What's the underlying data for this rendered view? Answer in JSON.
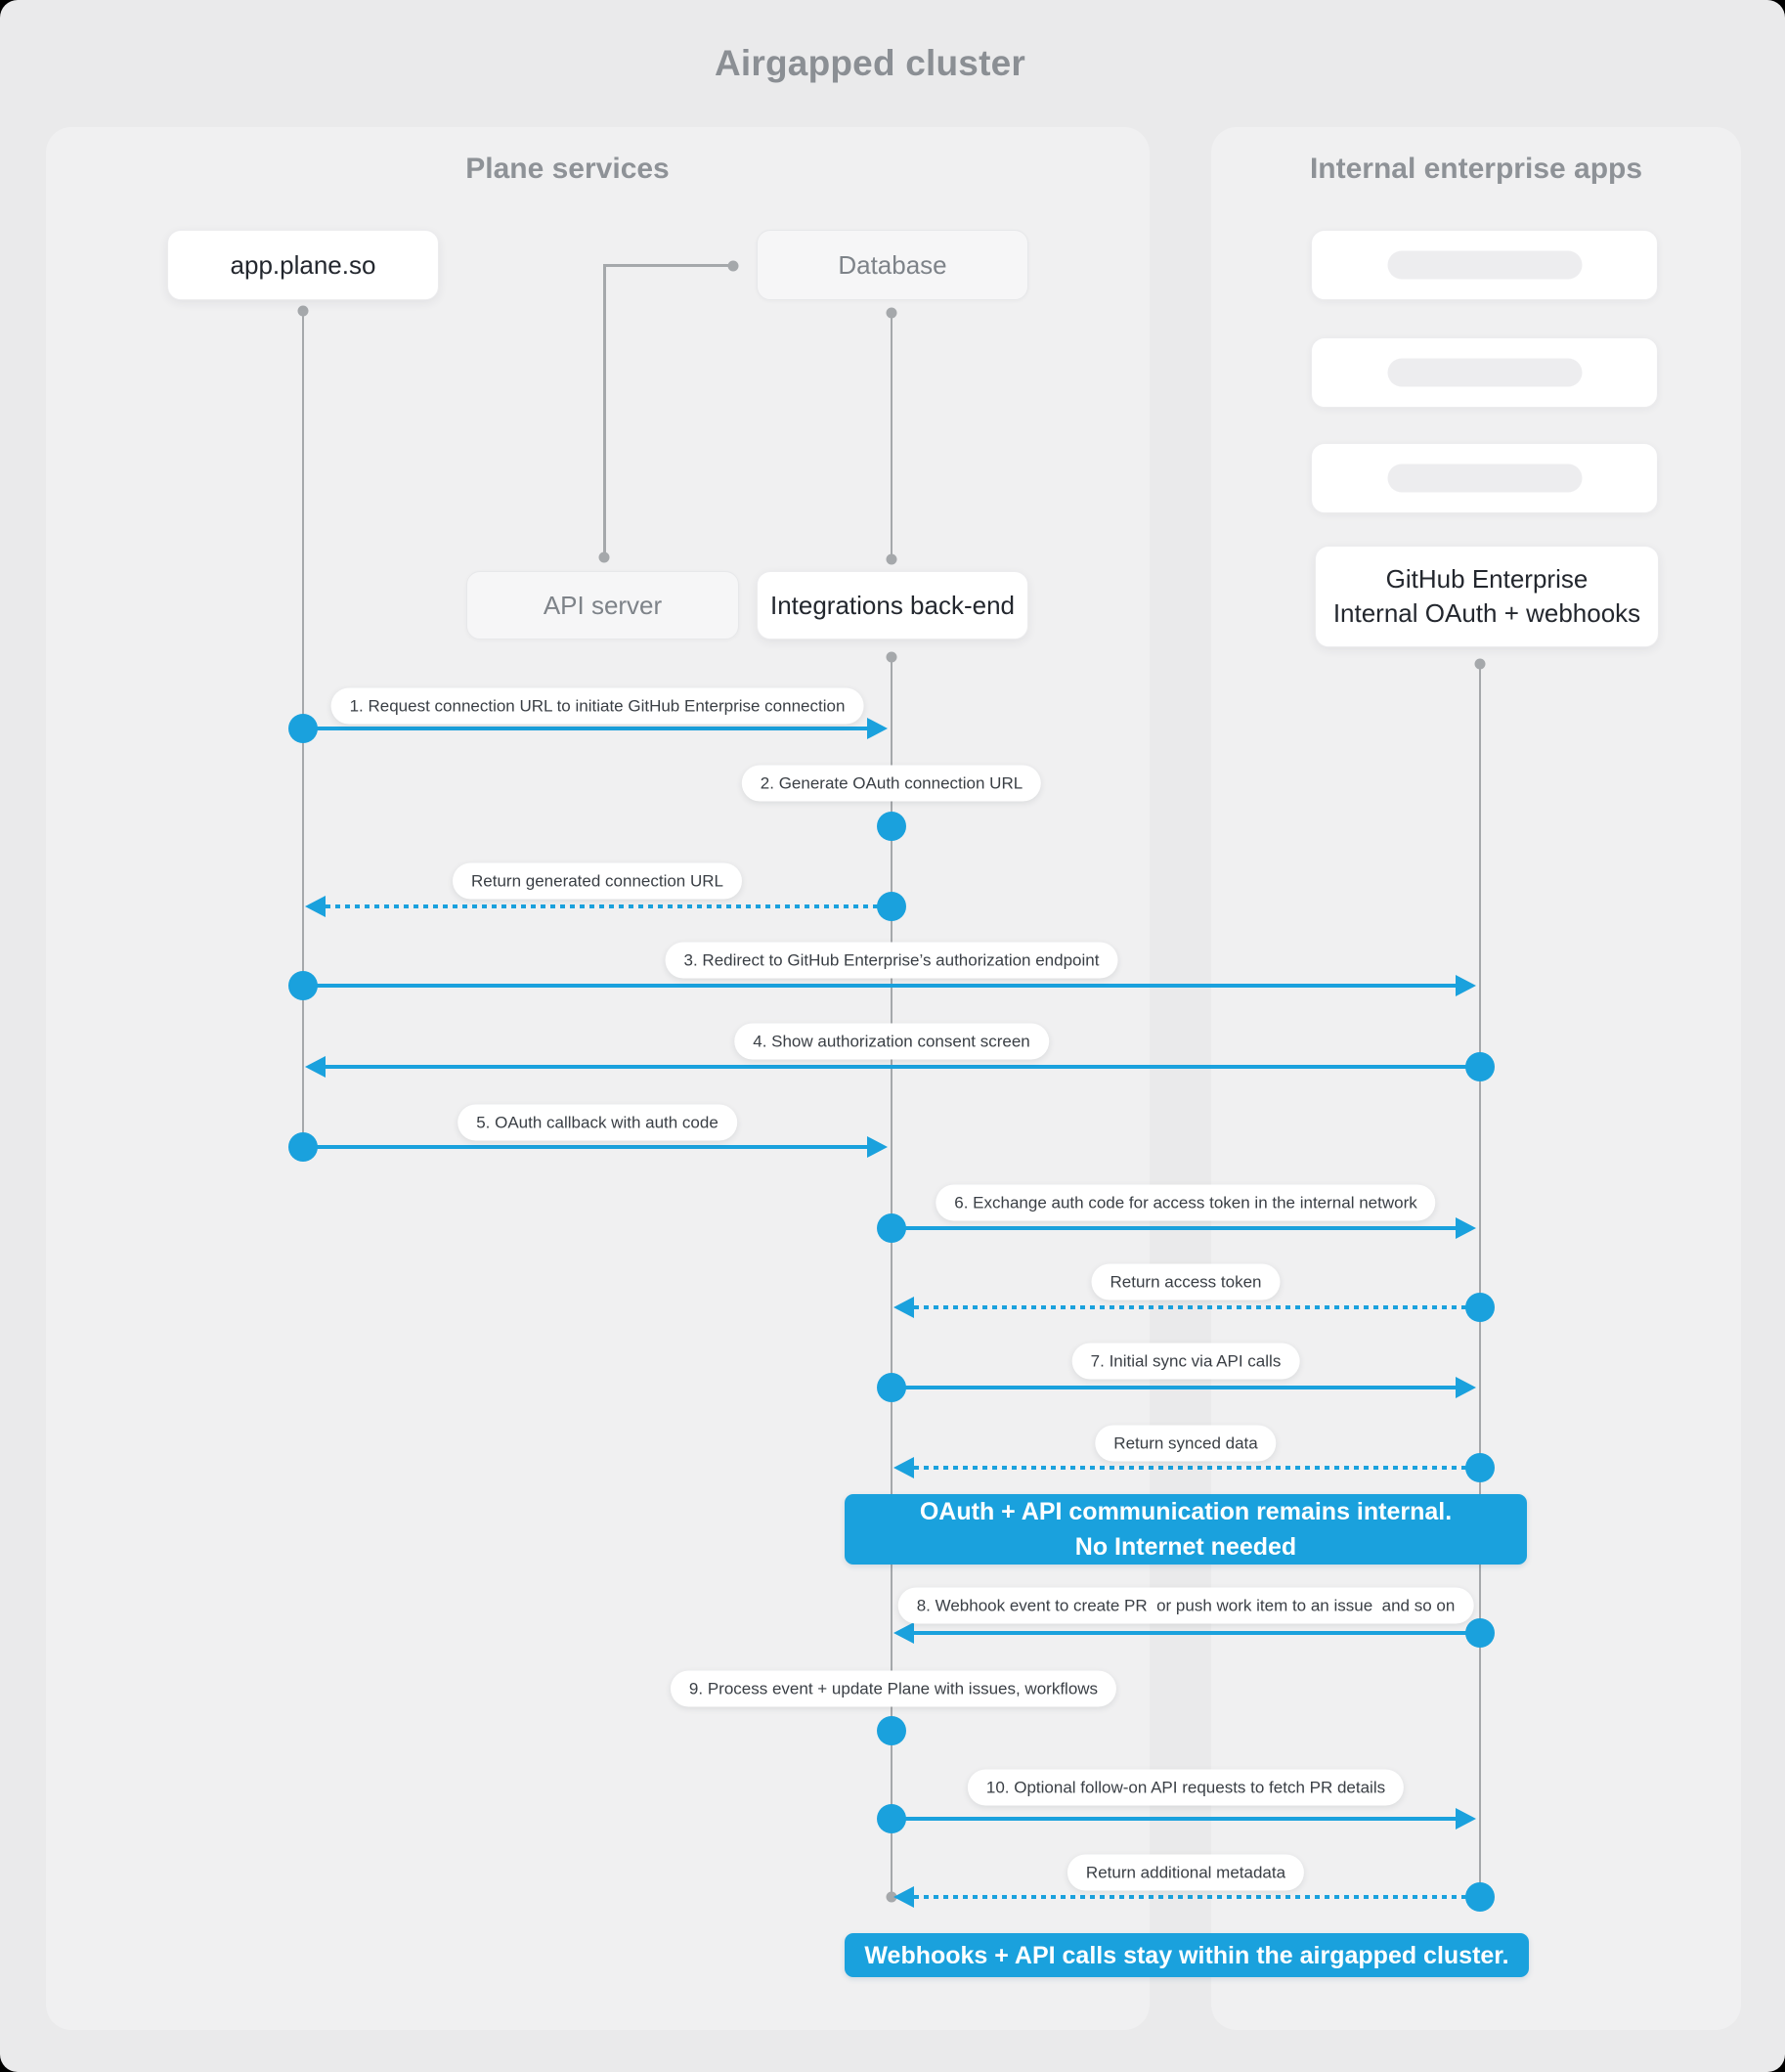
{
  "title": "Airgapped cluster",
  "colors": {
    "accent": "#1aa1dd",
    "lifeline": "#a5a8ab",
    "panel": "#f0f0f1",
    "background": "#eaeaeb"
  },
  "panels": {
    "plane": {
      "title": "Plane services"
    },
    "internal": {
      "title": "Internal enterprise apps"
    }
  },
  "nodes": {
    "app_plane_so": {
      "label": "app.plane.so"
    },
    "database": {
      "label": "Database"
    },
    "api_server": {
      "label": "API server"
    },
    "integrations_backend": {
      "label": "Integrations back-end"
    },
    "github_enterprise": {
      "label_line1": "GitHub Enterprise",
      "label_line2": "Internal OAuth + webhooks"
    }
  },
  "skeleton_placeholder_count": 3,
  "messages": [
    {
      "label": "1. Request connection URL to initiate GitHub Enterprise connection",
      "type": "request",
      "style": "solid",
      "from": "app.plane.so",
      "to": "Integrations back-end"
    },
    {
      "label": "2. Generate OAuth connection URL",
      "type": "self",
      "style": "none",
      "from": "Integrations back-end",
      "to": "Integrations back-end"
    },
    {
      "label": "Return generated connection URL",
      "type": "return",
      "style": "dashed",
      "from": "Integrations back-end",
      "to": "app.plane.so"
    },
    {
      "label": "3. Redirect to GitHub Enterprise’s authorization endpoint",
      "type": "request",
      "style": "solid",
      "from": "app.plane.so",
      "to": "GitHub Enterprise"
    },
    {
      "label": "4. Show authorization consent screen",
      "type": "request",
      "style": "solid",
      "from": "GitHub Enterprise",
      "to": "app.plane.so"
    },
    {
      "label": "5. OAuth callback with auth code",
      "type": "request",
      "style": "solid",
      "from": "app.plane.so",
      "to": "Integrations back-end"
    },
    {
      "label": "6. Exchange auth code for access token in the internal network",
      "type": "request",
      "style": "solid",
      "from": "Integrations back-end",
      "to": "GitHub Enterprise"
    },
    {
      "label": "Return access token",
      "type": "return",
      "style": "dashed",
      "from": "GitHub Enterprise",
      "to": "Integrations back-end"
    },
    {
      "label": "7. Initial sync via API calls",
      "type": "request",
      "style": "solid",
      "from": "Integrations back-end",
      "to": "GitHub Enterprise"
    },
    {
      "label": "Return synced data",
      "type": "return",
      "style": "dashed",
      "from": "GitHub Enterprise",
      "to": "Integrations back-end"
    },
    {
      "label": "8. Webhook event to create PR  or push work item to an issue  and so on",
      "type": "request",
      "style": "solid",
      "from": "GitHub Enterprise",
      "to": "Integrations back-end"
    },
    {
      "label": "9. Process event + update Plane with issues, workflows",
      "type": "self",
      "style": "none",
      "from": "Integrations back-end",
      "to": "Integrations back-end"
    },
    {
      "label": "10. Optional follow-on API requests to fetch PR details",
      "type": "request",
      "style": "solid",
      "from": "Integrations back-end",
      "to": "GitHub Enterprise"
    },
    {
      "label": "Return additional metadata",
      "type": "return",
      "style": "dashed",
      "from": "GitHub Enterprise",
      "to": "Integrations back-end"
    }
  ],
  "banners": [
    {
      "lines": [
        "OAuth + API communication remains internal.",
        "No Internet needed"
      ]
    },
    {
      "lines": [
        "Webhooks + API calls stay within the airgapped cluster."
      ]
    }
  ]
}
